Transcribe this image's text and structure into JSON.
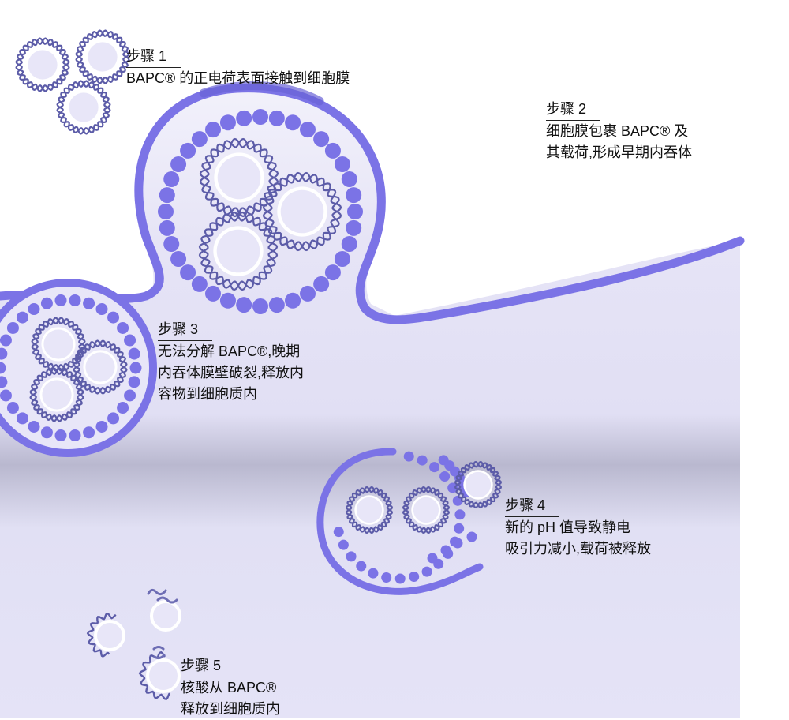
{
  "colors": {
    "membrane": "#7b73e6",
    "cytoplasm": "#e3e1f7",
    "shadow": "#9c9ab8",
    "helix": "#5c5ca8",
    "core": "#e8e6f8",
    "dots": "#7b73e6",
    "nucleic": "#6d6db4"
  },
  "steps": [
    {
      "title": "步骤 1",
      "text": "BAPC® 的正电荷表面接触到细胞膜"
    },
    {
      "title": "步骤 2",
      "text": "细胞膜包裹 BAPC® 及\n其载荷,形成早期内吞体"
    },
    {
      "title": "步骤 3",
      "text": "无法分解 BAPC®,晚期\n内吞体膜壁破裂,释放内\n容物到细胞质内"
    },
    {
      "title": "步骤 4",
      "text": "新的 pH 值导致静电\n吸引力减小,载荷被释放"
    },
    {
      "title": "步骤 5",
      "text": "核酸从 BAPC®\n释放到细胞质内"
    }
  ]
}
